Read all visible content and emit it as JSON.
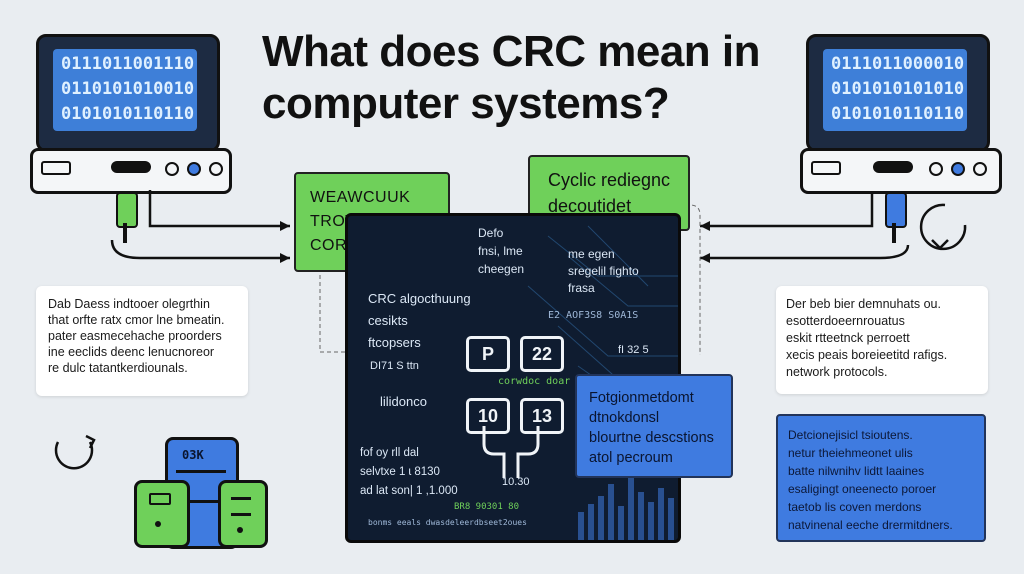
{
  "title": "What does CRC mean in computer systems?",
  "left_monitor": {
    "lines": [
      "0111011001110",
      "0110101010010",
      "0101010110110"
    ]
  },
  "right_monitor": {
    "lines": [
      "0111011000010",
      "0101010101010",
      "0101010110110"
    ]
  },
  "green_box_left": {
    "lines": [
      "WEAWCUUK",
      "TROWUFN CECH",
      "CORFOEFG"
    ]
  },
  "green_box_top": {
    "lines": [
      "Cyclic rediegnc",
      "decoutidet"
    ]
  },
  "white_box_left": {
    "lines": [
      "Dab Daess indtooer olegrthin",
      "that orfte ratx cmor lne bmeatin.",
      "pater easmecehache proorders",
      "ine eeclids deenc lenucnoreor",
      "re dulc tatantkerdiounals."
    ]
  },
  "white_box_right": {
    "lines": [
      "Der beb bier demnuhats ou.",
      "esotterdoeernrouatus",
      "eskit rtteetnck perroett",
      "xecis peais boreieetitd rafigs.",
      "network protocols."
    ]
  },
  "blue_box_center": {
    "lines": [
      "Fotgionmetdomt",
      "dtnokdonsl",
      "blourtne descstions",
      "atol pecroum"
    ]
  },
  "blue_box_right": {
    "lines": [
      "Detcionejisicl tsioutens.",
      "netur theiehmeonet ulis",
      "batte nilwnihv lidtt laaines",
      "esaligingt oneenecto poroer",
      "taetob lis coven merdons",
      "natvinenal eeche drermitdners."
    ]
  },
  "panel": {
    "top_label": [
      "Defo",
      "fnsi, lme",
      "cheegen"
    ],
    "top_right": [
      "me egen",
      "sregelil fighto",
      "frasa"
    ],
    "left_block": [
      "CRC algocthuung",
      "cesikts",
      "ftcopsers"
    ],
    "hash_label": "E2 AOF3S8 S0A1S",
    "row_label": "DI71 S ttn",
    "right_code": "fI 32 5",
    "chip_a": "P",
    "chip_b": "22",
    "mid_label": "corwdoc doar",
    "chip_c": "10",
    "chip_d": "13",
    "lower_label": "lilidonco",
    "bottom_left": [
      "fof oy rll dal",
      "selvtxe 1 ɩ 8130",
      "ad lat son| 1 ,1.000"
    ],
    "bottom_mid": "10.30",
    "footer_a": "BR8 90301 80",
    "footer_b": "bonms eeals dwasdeleerdbseet2oues"
  },
  "server_label": "03K"
}
